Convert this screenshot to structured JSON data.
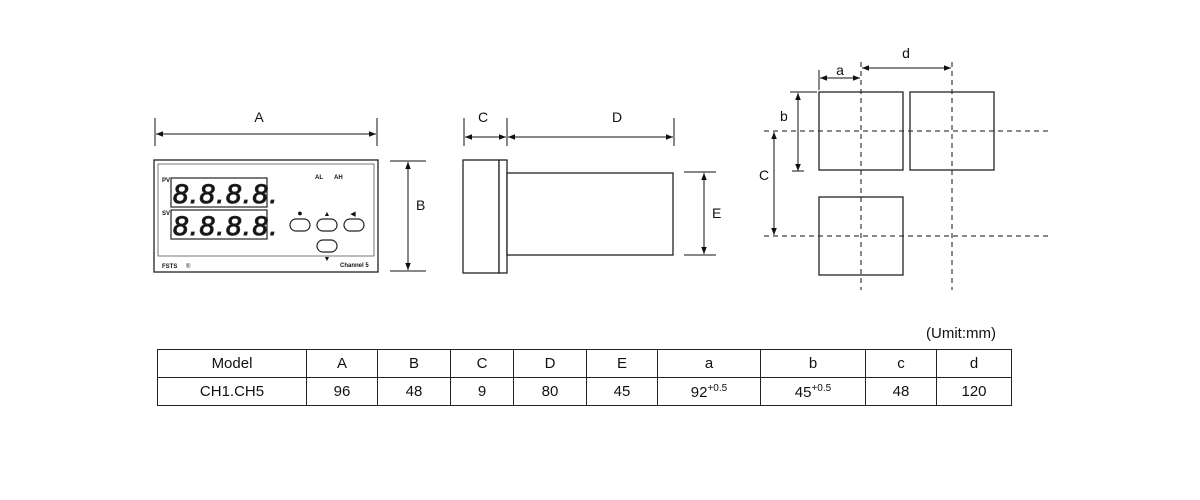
{
  "dimension_letters": {
    "front_width": "A",
    "front_height": "B",
    "side_bezel": "C",
    "side_depth": "D",
    "side_height": "E",
    "cut_width": "a",
    "cut_height": "b",
    "cut_vpitch": "C",
    "cut_hpitch": "d"
  },
  "panel": {
    "pv_label": "PV",
    "sv_label": "SV",
    "pv_digits": "8.8.8.8.",
    "sv_digits": "8.8.8.8.",
    "al_label": "AL",
    "ah_label": "AH",
    "brand": "FSTS",
    "brand_mark": "®",
    "channel_label": "Channel 5",
    "key_dot": "●",
    "key_up": "▲",
    "key_left": "◀",
    "key_down": "▼"
  },
  "unit_note": "(Umit:mm)",
  "spec_table": {
    "headers": [
      "Model",
      "A",
      "B",
      "C",
      "D",
      "E",
      "a",
      "b",
      "c",
      "d"
    ],
    "row": {
      "model": "CH1.CH5",
      "A": "96",
      "B": "48",
      "C": "9",
      "D": "80",
      "E": "45",
      "a_base": "92",
      "a_tol": "+0.5",
      "b_base": "45",
      "b_tol": "+0.5",
      "c": "48",
      "d": "120"
    }
  }
}
